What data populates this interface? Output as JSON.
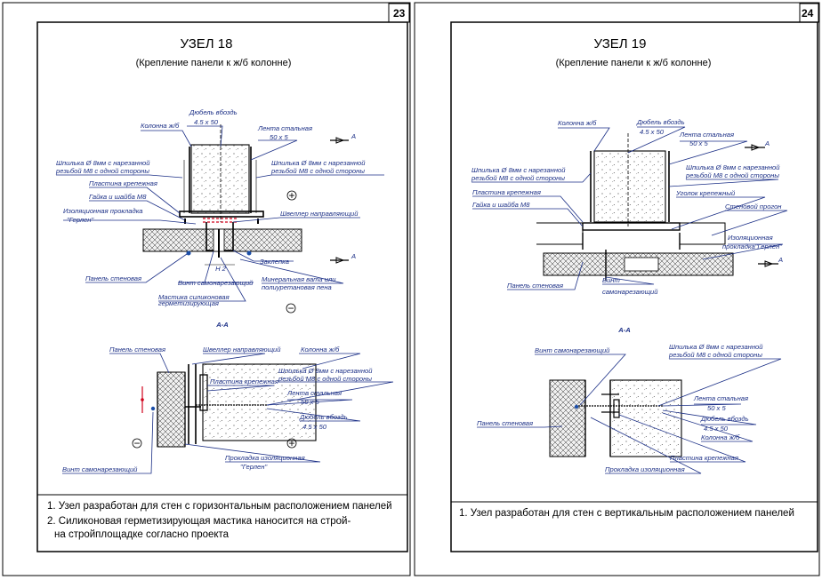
{
  "sheets": [
    {
      "page_number": "23",
      "title": "УЗЕЛ 18",
      "subtitle": "(Крепление панели к ж/б колонне)",
      "labels": {
        "dowel": "Дюбель вбоздь",
        "dowel_size": "4.5 x 50",
        "column": "Колонна ж/б",
        "steel_strip": "Лента стальная",
        "strip_size": "50 x 5",
        "stud_left_1": "Шпилька Ø 8мм с нарезанной",
        "stud_left_2": "резьбой М8 с одной стороны",
        "stud_right_1": "Шпилька Ø 8мм с нарезанной",
        "stud_right_2": "резьбой М8 с одной стороны",
        "plate": "Пластина крепежная",
        "nut_washer": "Гайка и шайба М8",
        "gasket_1": "Изоляционная прокладка",
        "gasket_2": "\"Герлен\"",
        "channel": "Швеллер направляющий",
        "rivet": "Заклепка",
        "panel": "Панель стеновая",
        "screw": "Винт самонарезающий",
        "mastic_1": "Мастика силиконовая",
        "mastic_2": "герметизирующая",
        "wool_1": "Минеральная вата или",
        "wool_2": "полиуретановая пена",
        "dim_h2": "H 2",
        "section_mark": "А",
        "section_title": "А-А",
        "plus": "+",
        "minus": "−"
      },
      "section_labels": {
        "panel": "Панель стеновая",
        "channel": "Швеллер направляющий",
        "column": "Колонна ж/б",
        "plate": "Пластина крепежная",
        "stud_1": "Шпилька Ø 8мм с нарезанной",
        "stud_2": "резьбой М8 с одной стороны",
        "strip": "Лента стальная",
        "strip_size": "50 x 5",
        "dowel": "Дюбель вбоздь",
        "dowel_size": "4.5 x 50",
        "screw": "Винт самонарезающий",
        "gasket": "Прокладка изоляционная",
        "gasket_name": "\"Герлен\""
      },
      "notes": [
        "1. Узел разработан для стен с горизонтальным расположением панелей",
        "2. Силиконовая  герметизирующая мастика наносится на строй-",
        "на стройплощадке согласно проекта"
      ]
    },
    {
      "page_number": "24",
      "title": "УЗЕЛ 19",
      "subtitle": "(Крепление панели к ж/б колонне)",
      "labels": {
        "column": "Колонна ж/б",
        "dowel": "Дюбель вбоздь",
        "dowel_size": "4.5 x 50",
        "steel_strip": "Лента стальная",
        "strip_size": "50 x 5",
        "stud_left_1": "Шпилька Ø 8мм с нарезанной",
        "stud_left_2": "резьбой М8 с одной стороны",
        "stud_right_1": "Шпилька Ø 8мм с нарезанной",
        "stud_right_2": "резьбой М8 с одной стороны",
        "plate": "Пластина крепежная",
        "nut_washer": "Гайка и шайба М8",
        "angle": "Уголок крепежный",
        "girder": "Стеновой прогон",
        "gasket_1": "Изоляционная",
        "gasket_2": "прокладка\"Герлен\"",
        "panel": "Панель стеновая",
        "screw_1": "Винт",
        "screw_2": "самонарезающий",
        "section_mark": "А",
        "section_title": "А-А"
      },
      "section_labels": {
        "screw": "Винт самонарезающий",
        "stud_1": "Шпилька Ø 8мм с нарезанной",
        "stud_2": "резьбой М8 с одной стороны",
        "strip": "Лента стальная",
        "strip_size": "50 x 5",
        "dowel": "Дюбель вбоздь",
        "dowel_size": "4.5 x 50",
        "column": "Колонна ж/б",
        "panel": "Панель стеновая",
        "plate": "Пластина крепежная",
        "gasket": "Прокладка изоляционная"
      },
      "notes": [
        "1. Узел разработан для стен с вертикальным расположением панелей"
      ]
    }
  ]
}
